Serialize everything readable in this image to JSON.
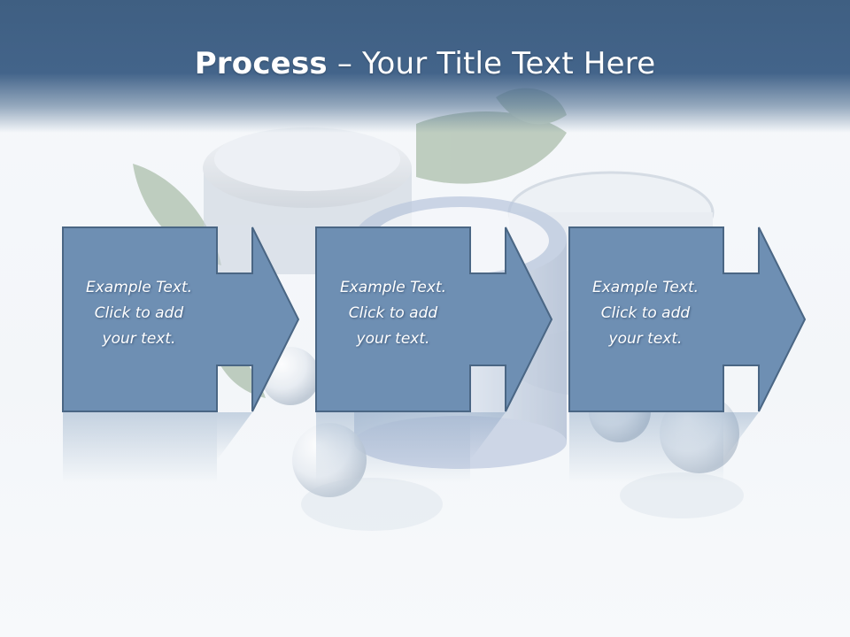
{
  "slide": {
    "title_bold": "Process",
    "title_rest": " – Your Title Text Here"
  },
  "steps": [
    {
      "lines": [
        "Example Text.",
        "Click  to add",
        "your text."
      ]
    },
    {
      "lines": [
        "Example Text.",
        "Click  to add",
        "your text."
      ]
    },
    {
      "lines": [
        "Example Text.",
        "Click  to add",
        "your text."
      ]
    }
  ],
  "colors": {
    "header": "#43648a",
    "shape_fill": "#6e8fb3",
    "shape_border": "#4a6684",
    "text": "#ffffff"
  },
  "icons": [
    "leaf-icon",
    "cream-jar-icon",
    "pearl-icon",
    "arrow-right-icon"
  ]
}
